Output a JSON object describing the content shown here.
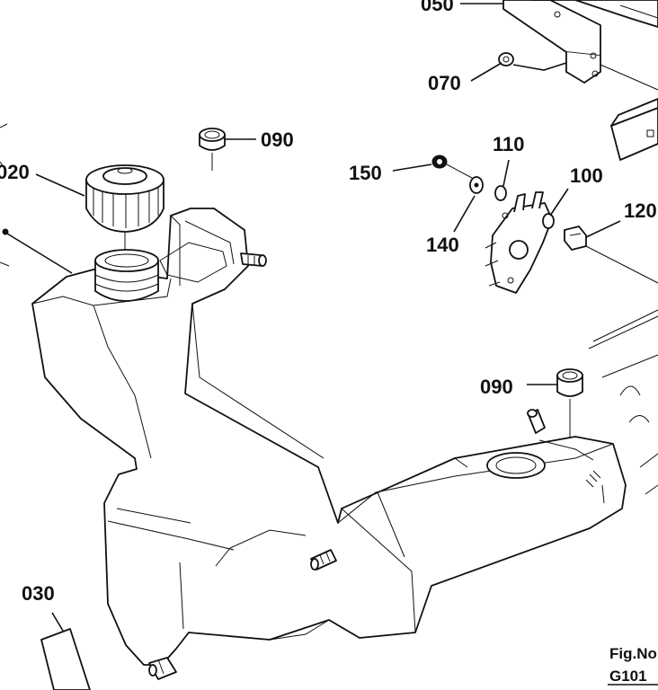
{
  "labels": {
    "p050": "050",
    "p070": "070",
    "p090_top": "090",
    "p020": "020",
    "p110": "110",
    "p150": "150",
    "p100": "100",
    "p120": "120",
    "p140": "140",
    "p090_right": "090",
    "p030": "030"
  },
  "figure": {
    "fig_no": "Fig.No",
    "code": "G101"
  }
}
